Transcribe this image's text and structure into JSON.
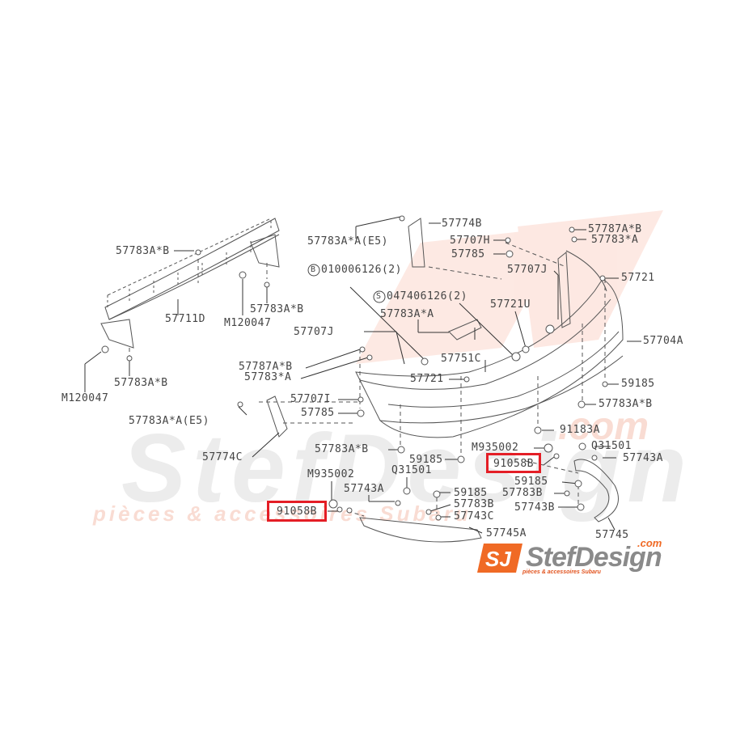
{
  "diagram": {
    "title": "Subaru rear bumper exploded parts diagram",
    "highlight_color": "#e41e26",
    "highlighted_part": "91058B",
    "labels": {
      "l1": "57783A*B",
      "l2": "57711D",
      "l3": "M120047",
      "l4": "57783A*B",
      "l5": "57783A*B",
      "l6": "M120047",
      "l7": "57783A*A(E5)",
      "l8": "57774B",
      "l9": "57707H",
      "l10": "57785",
      "l11": "B",
      "l11b": "010006126(2)",
      "l12": "S",
      "l12b": "047406126(2)",
      "l13": "57783A*A",
      "l14": "57721U",
      "l15": "57751C",
      "l16": "57707J",
      "l17": "57787A*B",
      "l18": "57783*A",
      "l19": "57721",
      "l20": "57707J",
      "l21": "57787A*B",
      "l22": "57783*A",
      "l23": "57704A",
      "l24": "57721",
      "l25": "59185",
      "l26": "57707I",
      "l27": "57785",
      "l28": "57783A*B",
      "l29": "57783A*A(E5)",
      "l30": "91183A",
      "l31": "57774C",
      "l32": "57783A*B",
      "l33": "59185",
      "l34": "M935002",
      "l35": "Q31501",
      "l36": "57743A",
      "l37": "M935002",
      "l38": "Q31501",
      "l39": "57743A",
      "l40": "59185",
      "l41": "59185",
      "l42": "57783B",
      "l43": "57783B",
      "l44": "57743B",
      "l45": "57743C",
      "l46": "57745A",
      "l47": "57745"
    },
    "highlighted_labels": [
      "91058B",
      "91058B"
    ]
  },
  "watermark": {
    "brand": "StefDesign",
    "tagline": "pièces & accessoires Subaru",
    "domain": ".com"
  },
  "logo": {
    "mark": "SJ",
    "name": "StefDesign",
    "domain": ".com",
    "tagline": "pièces & accessoires Subaru",
    "accent_color": "#f06a25",
    "text_color": "#8a8a8a"
  }
}
